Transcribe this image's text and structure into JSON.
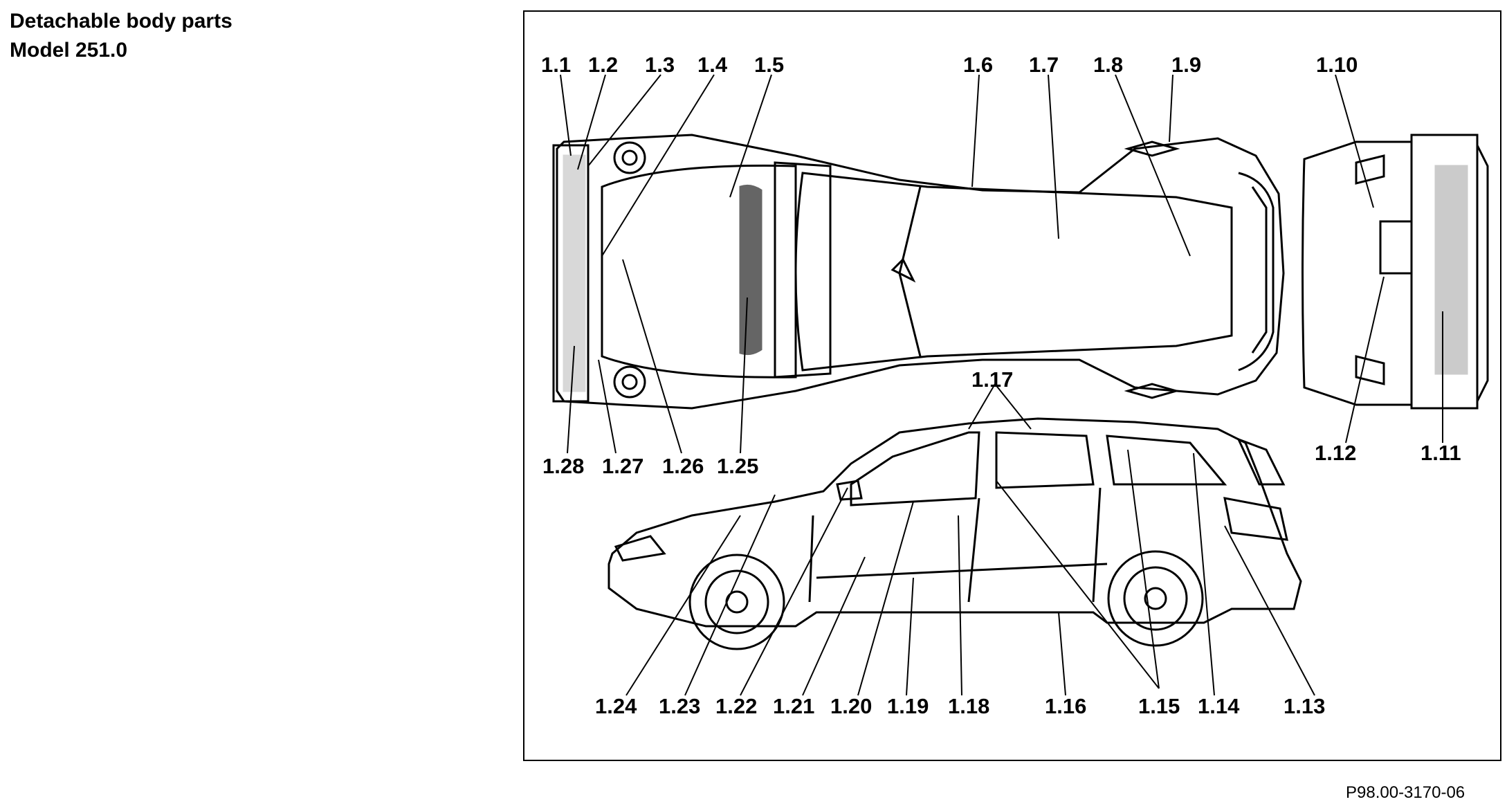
{
  "header": {
    "title_line1": "Detachable body parts",
    "title_line2": "Model 251.0"
  },
  "figure_ref": "P98.00-3170-06",
  "labels": {
    "l1_1": "1.1",
    "l1_2": "1.2",
    "l1_3": "1.3",
    "l1_4": "1.4",
    "l1_5": "1.5",
    "l1_6": "1.6",
    "l1_7": "1.7",
    "l1_8": "1.8",
    "l1_9": "1.9",
    "l1_10": "1.10",
    "l1_11": "1.11",
    "l1_12": "1.12",
    "l1_13": "1.13",
    "l1_14": "1.14",
    "l1_15": "1.15",
    "l1_16": "1.16",
    "l1_17": "1.17",
    "l1_18": "1.18",
    "l1_19": "1.19",
    "l1_20": "1.20",
    "l1_21": "1.21",
    "l1_22": "1.22",
    "l1_23": "1.23",
    "l1_24": "1.24",
    "l1_25": "1.25",
    "l1_26": "1.26",
    "l1_27": "1.27",
    "l1_28": "1.28"
  }
}
